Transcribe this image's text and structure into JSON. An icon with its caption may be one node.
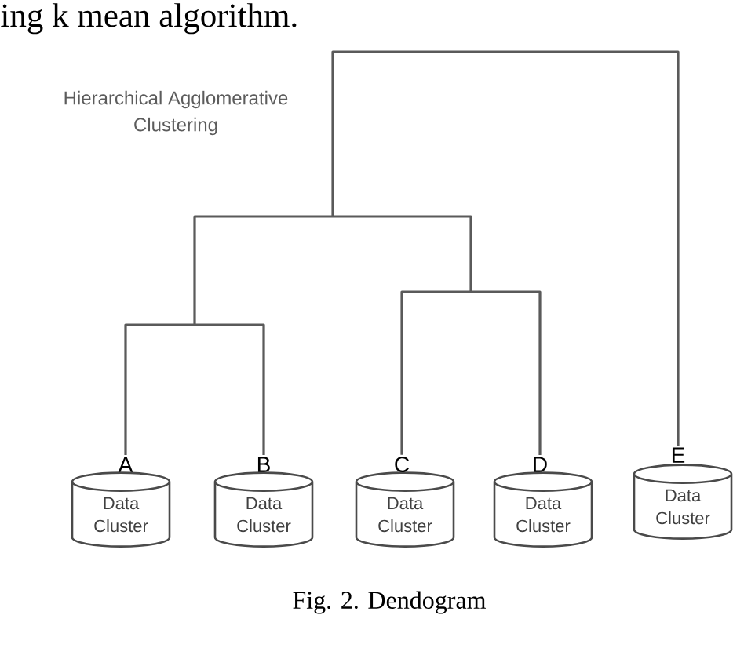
{
  "diagram": {
    "title": "Hierarchical Agglomerative Clustering",
    "caption": "Fig. 2. Dendogram",
    "nodes": [
      {
        "text": [
          "A",
          "Data Cluster"
        ]
      },
      {
        "text": [
          "B",
          "Data Cluster"
        ]
      },
      {
        "text": [
          "C",
          "Data Cluster"
        ]
      },
      {
        "text": [
          "D",
          "Data Cluster"
        ]
      },
      {
        "text": [
          "E",
          "Data Cluster"
        ]
      }
    ],
    "edges": [
      {
        "from": 0,
        "to": 1,
        "arrow": "none"
      },
      {
        "from": 2,
        "to": 3,
        "arrow": "none"
      },
      {
        "from": null,
        "to": 4,
        "arrow": "none"
      }
    ],
    "labels": [
      "ing k mean algorithm."
    ]
  }
}
